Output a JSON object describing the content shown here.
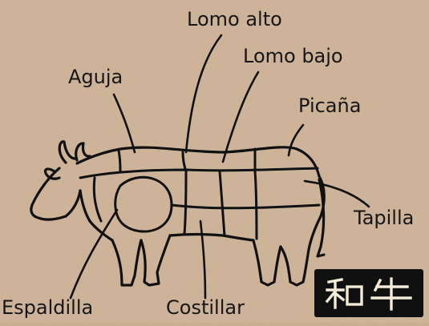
{
  "diagram": {
    "subject": "beef cuts diagram",
    "line_color": "#111111",
    "background_color": "#c9ae92",
    "labels": {
      "lomo_alto": "Lomo alto",
      "lomo_bajo": "Lomo bajo",
      "aguja": "Aguja",
      "picana": "Picaña",
      "tapilla": "Tapilla",
      "espaldilla": "Espaldilla",
      "costillar": "Costillar"
    },
    "seal": {
      "text": "和牛",
      "background": "#101010",
      "color": "#f3ead8"
    }
  }
}
